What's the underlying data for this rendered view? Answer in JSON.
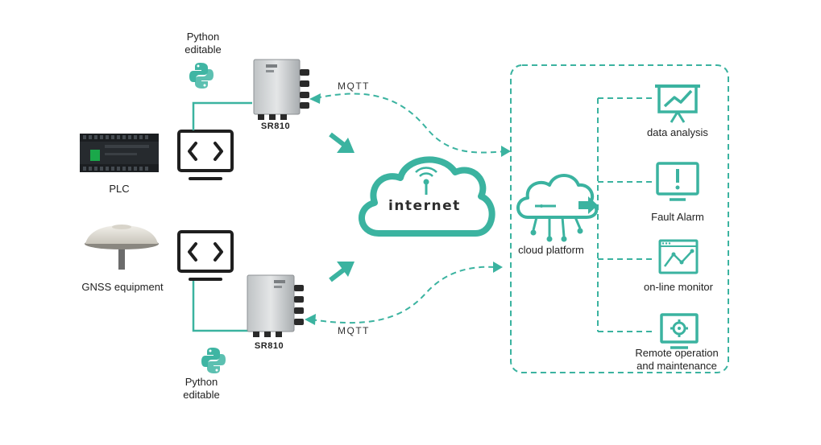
{
  "labels": {
    "python_top": "Python\neditable",
    "python_bottom": "Python\neditable",
    "plc": "PLC",
    "gnss": "GNSS equipment",
    "sr810_top": "SR810",
    "sr810_bottom": "SR810",
    "mqtt_top": "MQTT",
    "mqtt_bottom": "MQTT",
    "internet": "internet",
    "cloud_platform": "cloud platform",
    "data_analysis": "data analysis",
    "fault_alarm": "Fault Alarm",
    "online_monitor": "on-line monitor",
    "remote_op": "Remote operation\nand maintenance"
  },
  "icons": {
    "python": "python-logo-icon",
    "code_monitor": "code-monitor-icon",
    "cloud_internet": "cloud-wifi-icon",
    "cloud_platform": "cloud-circuit-icon",
    "data_analysis": "presentation-chart-icon",
    "fault_alarm": "exclamation-monitor-icon",
    "online_monitor": "browser-line-chart-icon",
    "remote_op": "monitor-gear-icon"
  },
  "colors": {
    "teal": "#3bb3a0",
    "dark": "#1f1f1f",
    "text": "#222222"
  }
}
